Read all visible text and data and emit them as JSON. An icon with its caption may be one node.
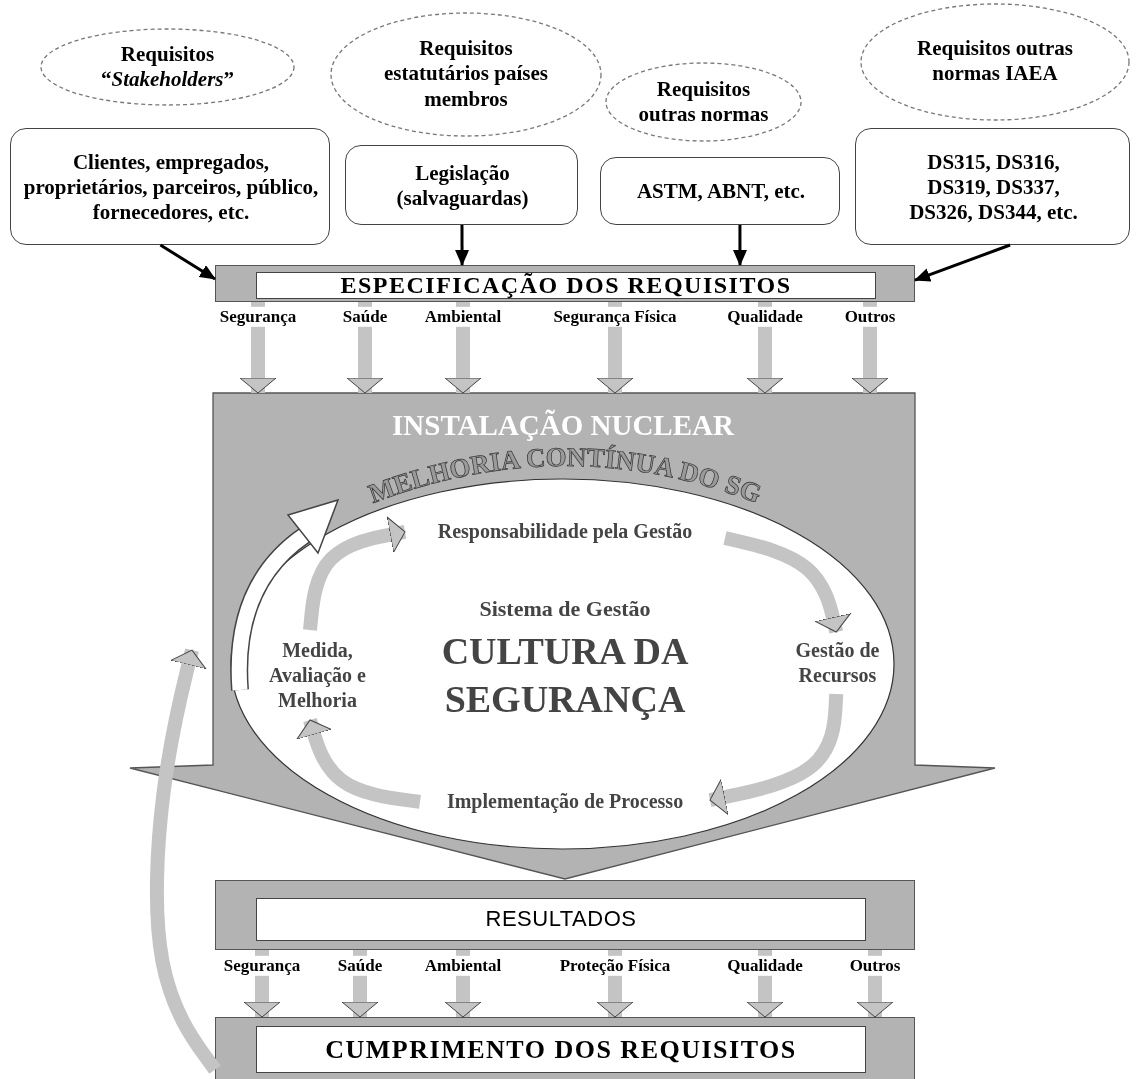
{
  "diagram": {
    "nodes": [
      {
        "text": [
          "Requisitos “*Stakeholders*”"
        ]
      },
      {
        "text": [
          "Requisitos estatutários países membros"
        ]
      },
      {
        "text": [
          "Requisitos outras normas"
        ]
      },
      {
        "text": [
          "Requisitos outras normas IAEA"
        ]
      },
      {
        "text": [
          "Clientes, empregados, proprietários, parceiros, público, fornecedores, etc."
        ]
      },
      {
        "text": [
          "Legislação (salvaguardas)"
        ]
      },
      {
        "text": [
          "ASTM, ABNT, etc."
        ]
      },
      {
        "text": [
          "DS315, DS316, DS319, DS337, DS326, DS344, etc."
        ]
      },
      {
        "text": [
          "ESPECIFICAÇÃO DOS REQUISITOS"
        ]
      },
      {
        "text": [
          "INSTALAÇÃO NUCLEAR"
        ]
      },
      {
        "text": [
          "Sistema de Gestão",
          "CULTURA DA SEGURANÇA"
        ],
        "in": 9
      },
      {
        "text": [
          "Responsabilidade pela Gestão"
        ],
        "in": 10
      },
      {
        "text": [
          "Gestão de Recursos"
        ],
        "in": 10
      },
      {
        "text": [
          "Implementação de Processo"
        ],
        "in": 10
      },
      {
        "text": [
          "Medida, Avaliação e Melhoria"
        ],
        "in": 10
      },
      {
        "text": [
          "RESULTADOS"
        ]
      },
      {
        "text": [
          "CUMPRIMENTO DOS REQUISITOS"
        ]
      }
    ],
    "edges": [
      {
        "from": 4,
        "to": 8,
        "arrow": "to",
        "color": "#000000"
      },
      {
        "from": 5,
        "to": 8,
        "arrow": "to",
        "color": "#000000"
      },
      {
        "from": 6,
        "to": 8,
        "arrow": "to",
        "color": "#000000"
      },
      {
        "from": 7,
        "to": 8,
        "arrow": "to",
        "color": "#000000"
      },
      {
        "from": 8,
        "to": 9,
        "arrow": "to",
        "label": "Segurança"
      },
      {
        "from": 8,
        "to": 9,
        "arrow": "to",
        "label": "Saúde"
      },
      {
        "from": 8,
        "to": 9,
        "arrow": "to",
        "label": "Ambiental"
      },
      {
        "from": 8,
        "to": 9,
        "arrow": "to",
        "label": "Segurança Física"
      },
      {
        "from": 8,
        "to": 9,
        "arrow": "to",
        "label": "Qualidade"
      },
      {
        "from": 8,
        "to": 9,
        "arrow": "to",
        "label": "Outros"
      },
      {
        "from": 11,
        "to": 12,
        "arrow": "to"
      },
      {
        "from": 12,
        "to": 13,
        "arrow": "to"
      },
      {
        "from": 13,
        "to": 14,
        "arrow": "to"
      },
      {
        "from": 14,
        "to": 11,
        "arrow": "to"
      },
      {
        "from": 15,
        "to": 16,
        "arrow": "to",
        "label": "Segurança"
      },
      {
        "from": 15,
        "to": 16,
        "arrow": "to",
        "label": "Saúde"
      },
      {
        "from": 15,
        "to": 16,
        "arrow": "to",
        "label": "Ambiental"
      },
      {
        "from": 15,
        "to": 16,
        "arrow": "to",
        "label": "Proteção Física"
      },
      {
        "from": 15,
        "to": 16,
        "arrow": "to",
        "label": "Qualidade"
      },
      {
        "from": 15,
        "to": 16,
        "arrow": "to",
        "label": "Outros"
      },
      {
        "from": 16,
        "to": 9,
        "arrow": "to"
      }
    ],
    "labels": [
      "MELHORIA CONTÍNUA DO SG"
    ]
  }
}
